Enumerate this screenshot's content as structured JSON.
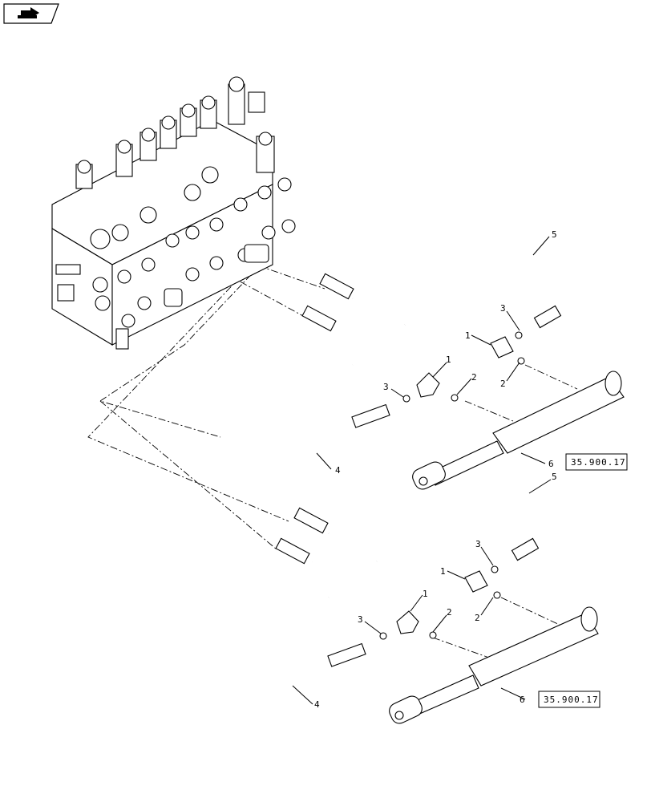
{
  "nav_icon": "forward-arrow-icon",
  "callouts": [
    {
      "id": "c5a",
      "text": "5"
    },
    {
      "id": "c3a",
      "text": "3"
    },
    {
      "id": "c1a",
      "text": "1"
    },
    {
      "id": "c2a",
      "text": "2"
    },
    {
      "id": "c1b",
      "text": "1"
    },
    {
      "id": "c3b",
      "text": "3"
    },
    {
      "id": "c2b",
      "text": "2"
    },
    {
      "id": "c4a",
      "text": "4"
    },
    {
      "id": "c6a",
      "text": "6"
    },
    {
      "id": "c5b",
      "text": "5"
    },
    {
      "id": "c3c",
      "text": "3"
    },
    {
      "id": "c1c",
      "text": "1"
    },
    {
      "id": "c2c",
      "text": "2"
    },
    {
      "id": "c1d",
      "text": "1"
    },
    {
      "id": "c3d",
      "text": "3"
    },
    {
      "id": "c2d",
      "text": "2"
    },
    {
      "id": "c4b",
      "text": "4"
    },
    {
      "id": "c6b",
      "text": "6"
    }
  ],
  "refs": [
    {
      "id": "ref1",
      "text": "35.900.17"
    },
    {
      "id": "ref2",
      "text": "35.900.17"
    }
  ]
}
